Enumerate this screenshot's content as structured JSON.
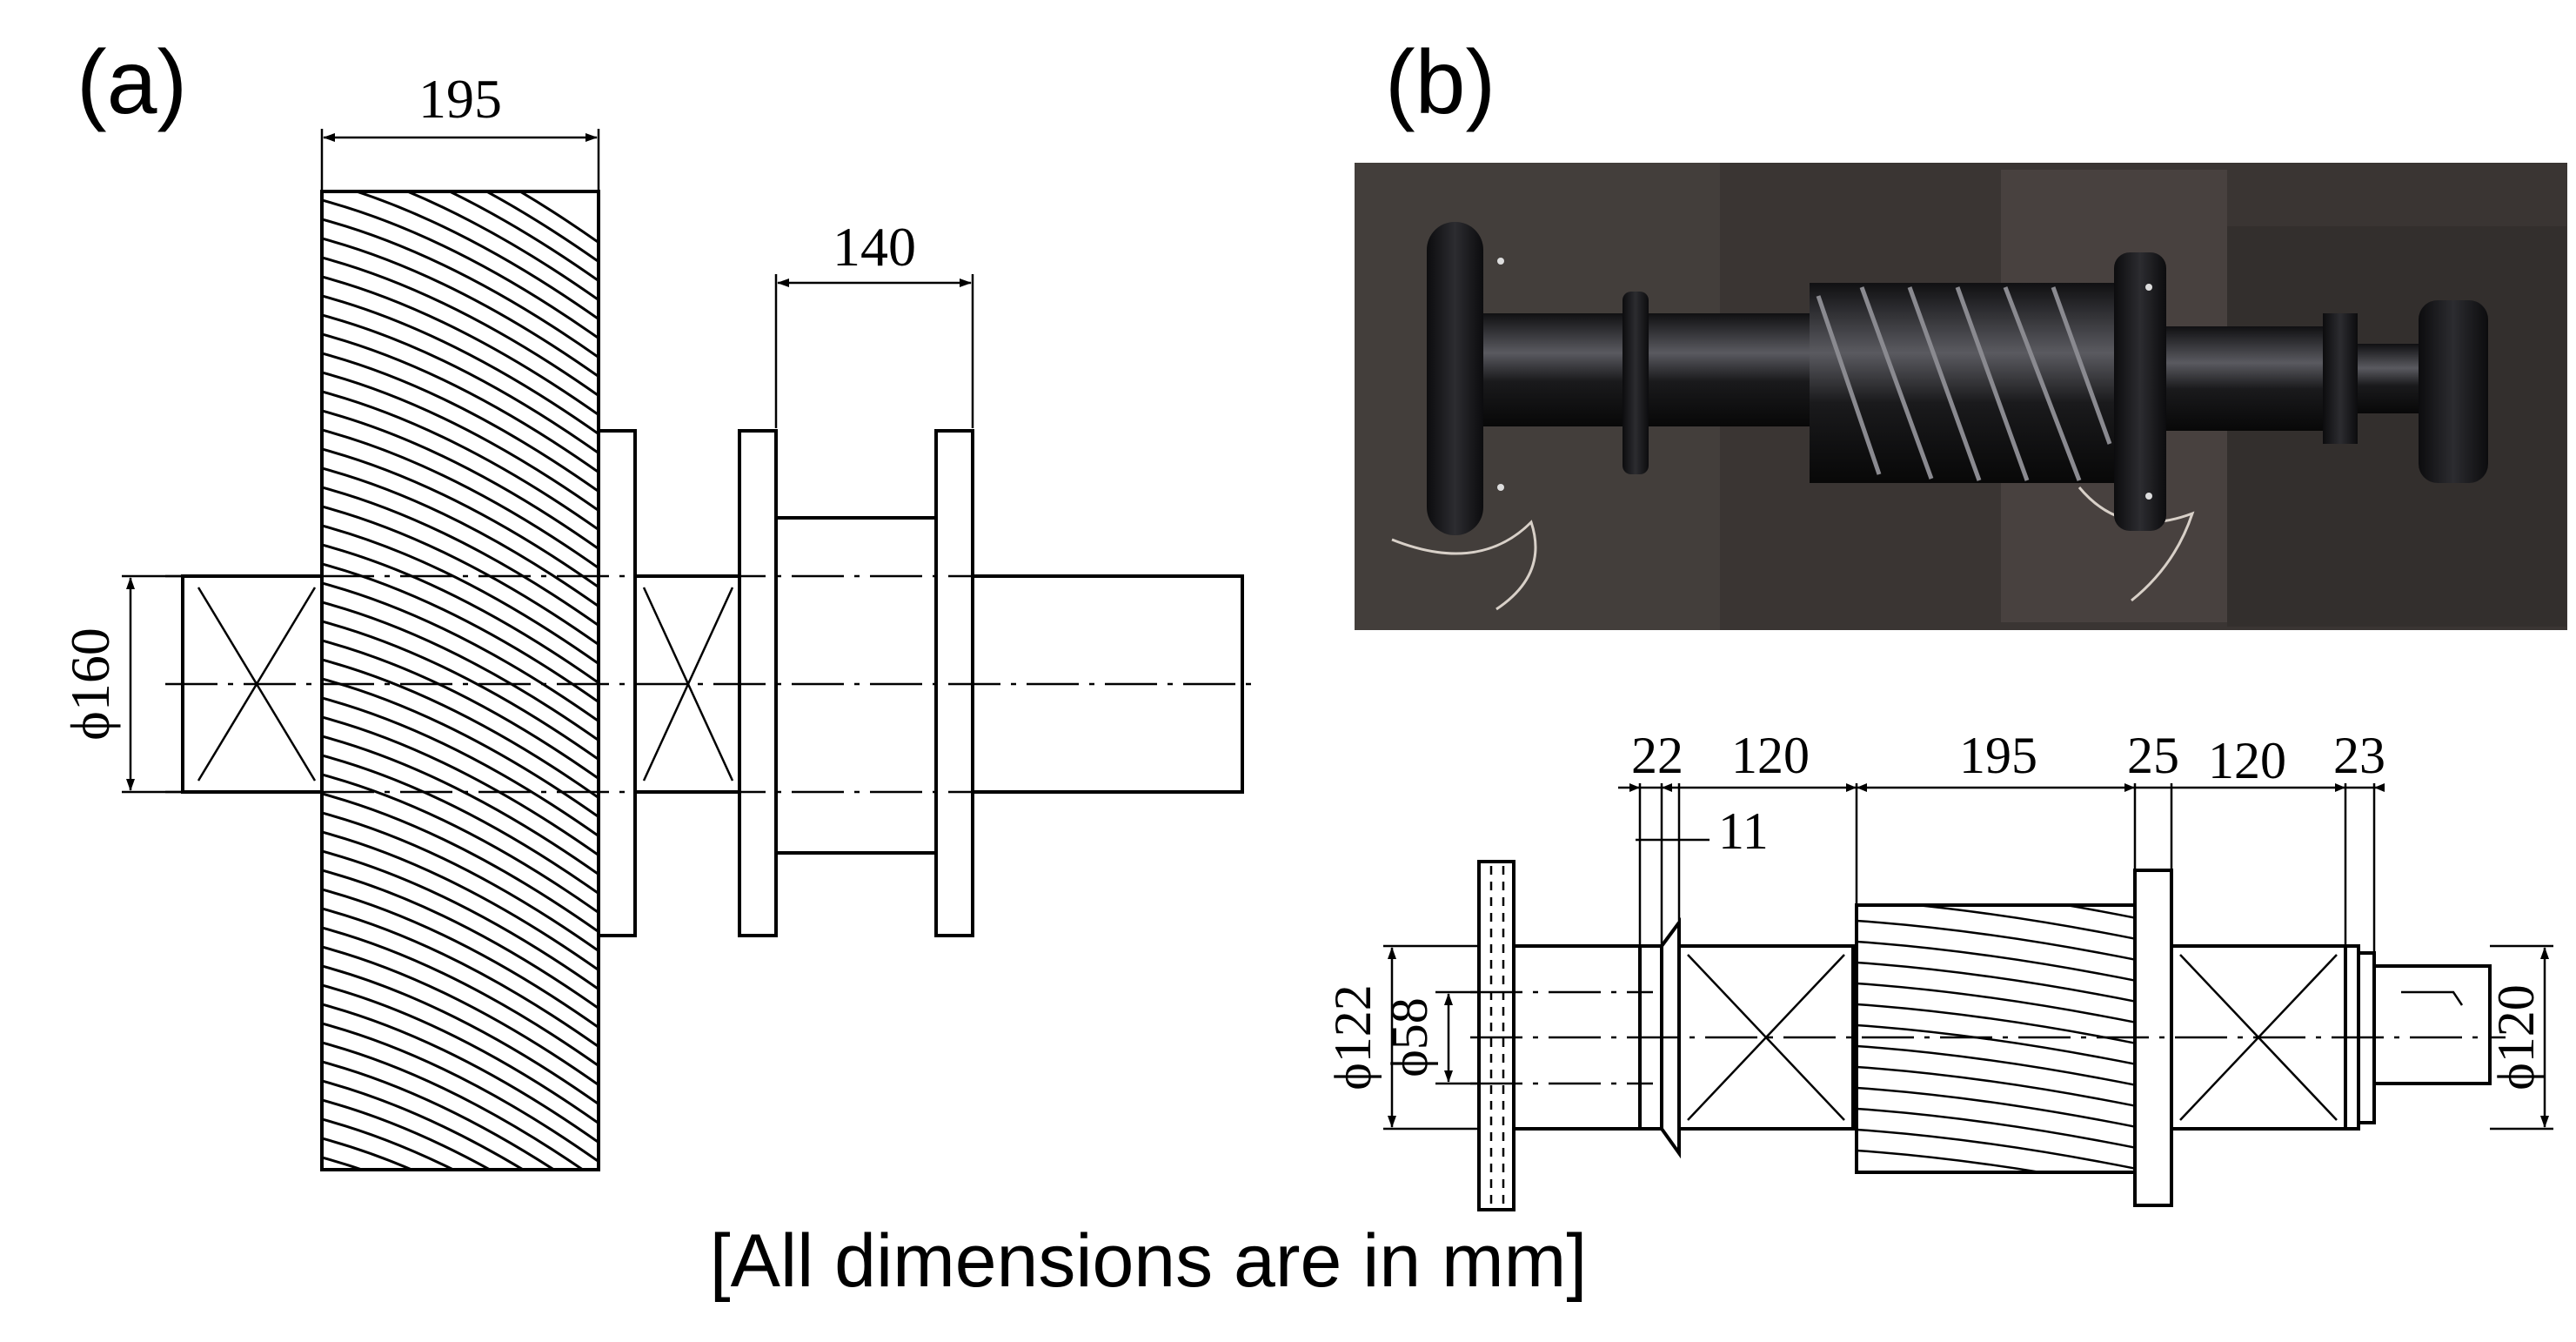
{
  "panel_a": {
    "label": "(a)",
    "dims": {
      "gear_width": "195",
      "hub_width": "140",
      "bearing_dia": "ϕ160"
    }
  },
  "panel_b": {
    "label": "(b)",
    "dims": {
      "d22": "22",
      "d120a": "120",
      "d195": "195",
      "d25": "25",
      "d120b": "120",
      "d23": "23",
      "d11": "11",
      "phi122": "ϕ122",
      "phi58": "ϕ58",
      "phi120": "ϕ120"
    }
  },
  "caption": "[All dimensions are in mm]",
  "colors": {
    "line": "#000000",
    "photo_bg": "#3a3533",
    "metal": "#1c1c1e"
  }
}
